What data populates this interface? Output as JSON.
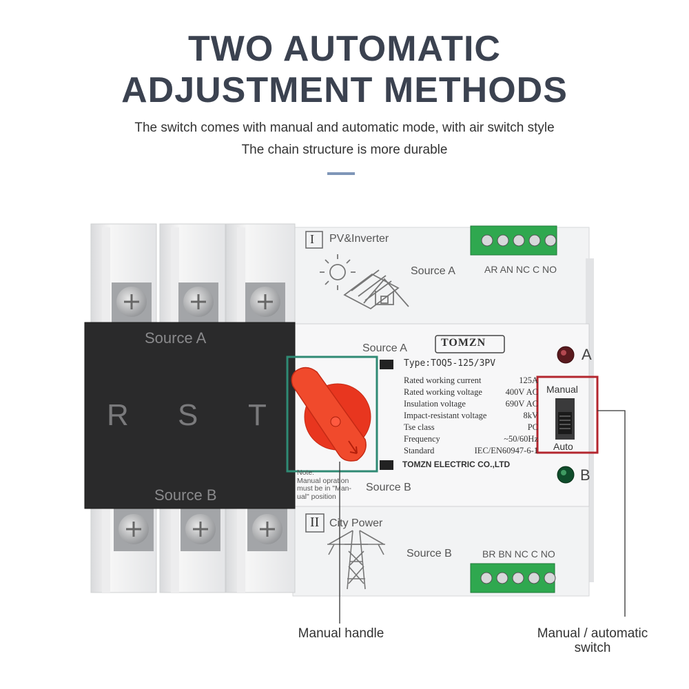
{
  "heading": {
    "line1": "TWO AUTOMATIC",
    "line2": "ADJUSTMENT METHODS"
  },
  "subtitle": {
    "line1": "The switch comes with manual and automatic mode, with air switch style",
    "line2": "The chain structure is more durable"
  },
  "colors": {
    "title": "#3b4250",
    "accent": "#7f96b8",
    "handle": "#e8361f",
    "highlight_green": "#2f8a74",
    "highlight_red": "#b3262e",
    "terminal_green": "#2fa84f"
  },
  "device": {
    "brand": "TOMZN",
    "type": "Type:TOQ5-125/3PV",
    "specs": [
      {
        "label": "Rated working current",
        "value": "125A"
      },
      {
        "label": "Rated working voltage",
        "value": "400V AC"
      },
      {
        "label": "Insulation voltage",
        "value": "690V AC"
      },
      {
        "label": "Impact-resistant voltage",
        "value": "8kV"
      },
      {
        "label": "Tse class",
        "value": "PC"
      },
      {
        "label": "Frequency",
        "value": "~50/60Hz"
      },
      {
        "label": "Standard",
        "value": "IEC/EN60947-6-1"
      }
    ],
    "manufacturer": "TOMZN ELECTRIC CO.,LTD",
    "top_section": {
      "roman": "I",
      "label": "PV&Inverter",
      "source": "Source A",
      "terminals": "AR AN NC C NO"
    },
    "bottom_section": {
      "roman": "II",
      "label": "City Power",
      "source": "Source B",
      "terminals": "BR BN NC C NO"
    },
    "cover": {
      "source_a": "Source A",
      "source_b": "Source B",
      "phases": [
        "R",
        "S",
        "T"
      ]
    },
    "handle": {
      "source_a": "Source A",
      "source_b": "Source B"
    },
    "indicators": {
      "a": "A",
      "b": "B"
    },
    "mode_switch": {
      "manual": "Manual",
      "auto": "Auto"
    },
    "note": {
      "line1": "Note:",
      "line2": "Manual opration",
      "line3": "must be in \"Man-",
      "line4": "ual\" position"
    }
  },
  "callouts": {
    "handle": "Manual handle",
    "switch_line1": "Manual / automatic",
    "switch_line2": "switch"
  }
}
